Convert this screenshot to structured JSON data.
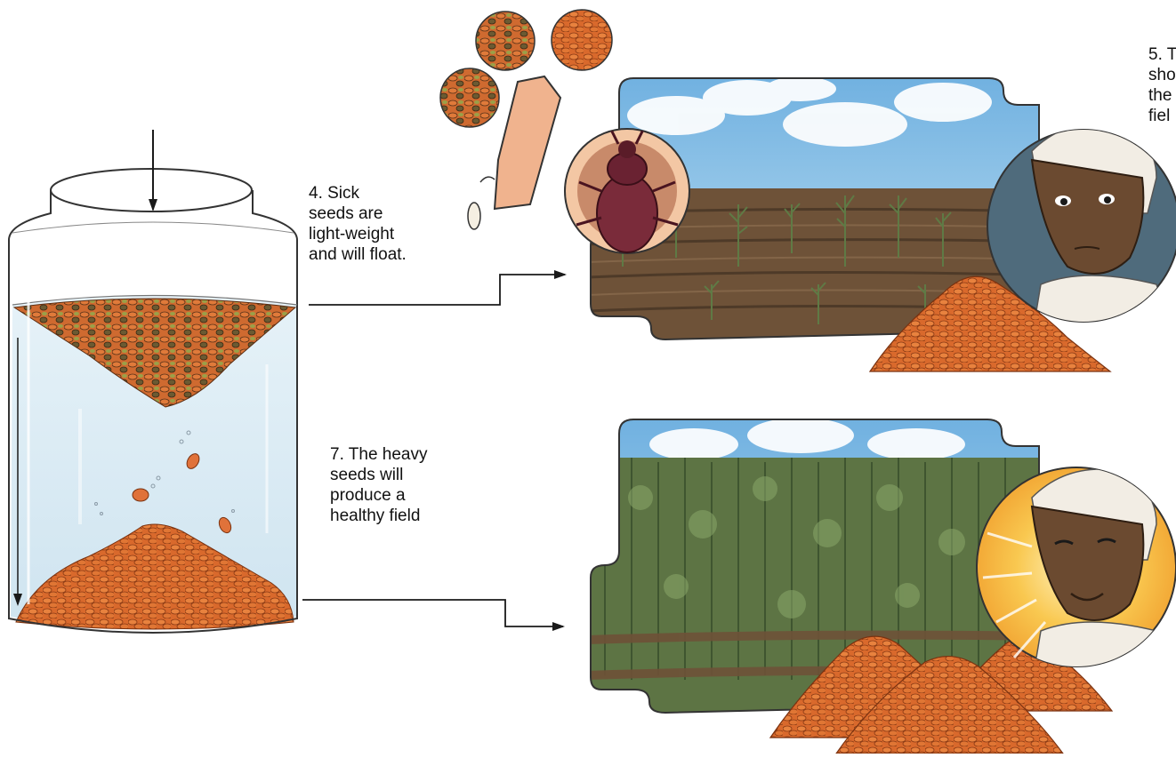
{
  "captions": {
    "step4": "4. Sick\nseeds are\nlight-weight\nand will float.",
    "step7": "7. The heavy\nseeds will\nproduce a\nhealthy field",
    "step5_partial": "5. T\nsho\nthe\nfiel"
  },
  "colors": {
    "seed": "#d9692c",
    "sick_seed": "#8a6a3a",
    "water": "#d6e9f3",
    "soil": "#6e5238",
    "plant": "#5f7a45",
    "sky": "#7fb6e0",
    "farmer_skin": "#6b4a30",
    "headscarf": "#f2ede4",
    "gloom_bg": "#4f6b7c",
    "sunny_bg": "#f6b53b",
    "beetle": "#7a2b3a",
    "arrow": "#1a1a1a"
  },
  "icons": [
    "jar-icon",
    "down-arrow-icon",
    "beetle-icon",
    "damaged-seed-icon",
    "larva-icon",
    "sad-farmer-icon",
    "happy-farmer-icon",
    "seed-pile-icon"
  ]
}
